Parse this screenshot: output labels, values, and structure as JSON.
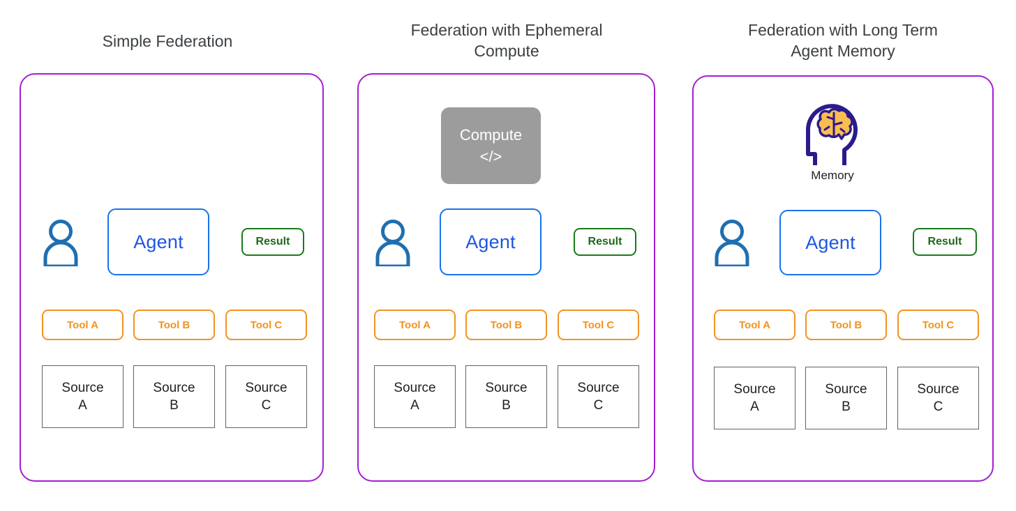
{
  "figure": {
    "background": "#ffffff",
    "panel_border_color": "#a31fd1"
  },
  "colors": {
    "panel_border": "#a31fd1",
    "agent_border": "#1a73e8",
    "agent_text": "#1f56e0",
    "result_border": "#1a7a1a",
    "result_text": "#1a6b1a",
    "tool_border": "#f29323",
    "tool_text": "#f2931f",
    "source_border": "#5f6368",
    "source_text": "#202124",
    "compute_fill": "#9c9c9c",
    "compute_text": "#ffffff",
    "user_icon": "#1f6fb0",
    "head_outline": "#2a1b8c",
    "brain_fill": "#fbbd52",
    "arrow": "#5f6368",
    "title_text": "#3c4043"
  },
  "panels": [
    {
      "id": "simple-federation",
      "title": "Simple Federation",
      "user_icon": "user-icon",
      "agent": {
        "label": "Agent"
      },
      "result": {
        "label": "Result"
      },
      "tools": [
        {
          "label": "Tool A"
        },
        {
          "label": "Tool B"
        },
        {
          "label": "Tool C"
        }
      ],
      "sources": [
        {
          "label": "Source\nA"
        },
        {
          "label": "Source\nB"
        },
        {
          "label": "Source\nC"
        }
      ],
      "extra": null
    },
    {
      "id": "federation-ephemeral-compute",
      "title": "Federation with Ephemeral\nCompute",
      "user_icon": "user-icon",
      "agent": {
        "label": "Agent"
      },
      "result": {
        "label": "Result"
      },
      "tools": [
        {
          "label": "Tool A"
        },
        {
          "label": "Tool B"
        },
        {
          "label": "Tool C"
        }
      ],
      "sources": [
        {
          "label": "Source\nA"
        },
        {
          "label": "Source\nB"
        },
        {
          "label": "Source\nC"
        }
      ],
      "extra": {
        "type": "compute-node",
        "label": "Compute",
        "code_glyph": "</>"
      }
    },
    {
      "id": "federation-long-term-agent-memory",
      "title": "Federation with Long Term\nAgent Memory",
      "user_icon": "user-icon",
      "agent": {
        "label": "Agent"
      },
      "result": {
        "label": "Result"
      },
      "tools": [
        {
          "label": "Tool A"
        },
        {
          "label": "Tool B"
        },
        {
          "label": "Tool C"
        }
      ],
      "sources": [
        {
          "label": "Source\nA"
        },
        {
          "label": "Source\nB"
        },
        {
          "label": "Source\nC"
        }
      ],
      "extra": {
        "type": "memory-node",
        "icon": "brain-in-head-icon",
        "label": "Memory"
      }
    }
  ]
}
